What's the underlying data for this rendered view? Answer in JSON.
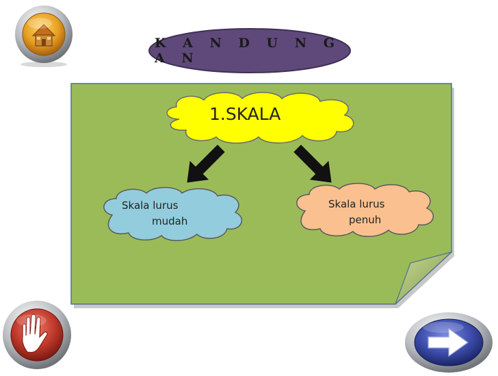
{
  "header": {
    "title": "K A N D U N G A N"
  },
  "icons": {
    "home": "home-icon",
    "stop": "stop-hand-icon",
    "next": "next-arrow-icon"
  },
  "content": {
    "main_topic": "1.SKALA",
    "left_item": {
      "line1": "Skala lurus",
      "line2": "mudah"
    },
    "right_item": {
      "line1": "Skala lurus",
      "line2": "penuh"
    }
  },
  "colors": {
    "note_green": "#9BBB59",
    "title_oval": "#5F497A",
    "main_cloud": "#FFFF00",
    "left_cloud": "#93CDDD",
    "right_cloud": "#FAC090",
    "stop_red": "#C0392B",
    "next_blue": "#3B4BA8",
    "home_orange": "#E8A020"
  }
}
